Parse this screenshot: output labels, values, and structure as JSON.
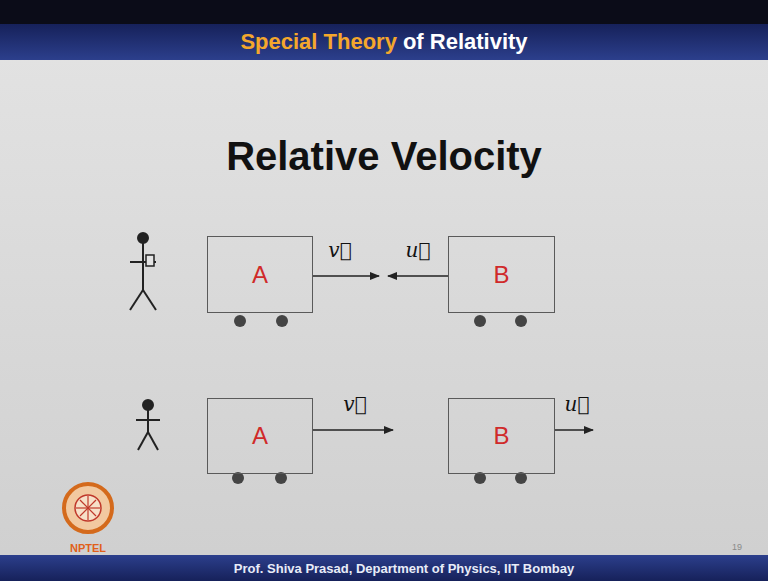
{
  "diagram": {
    "title": "Relative Velocity",
    "nodes": [
      {
        "text": [
          "A"
        ]
      },
      {
        "text": [
          "B"
        ]
      },
      {
        "text": [
          "A"
        ]
      },
      {
        "text": [
          "B"
        ]
      }
    ],
    "labels": [
      "Special Theory",
      "of Relativity",
      "v⃗",
      "u⃗",
      "v⃗",
      "u⃗",
      "NPTEL",
      "Prof. Shiva Prasad, Department of Physics, IIT Bombay",
      "19"
    ]
  }
}
